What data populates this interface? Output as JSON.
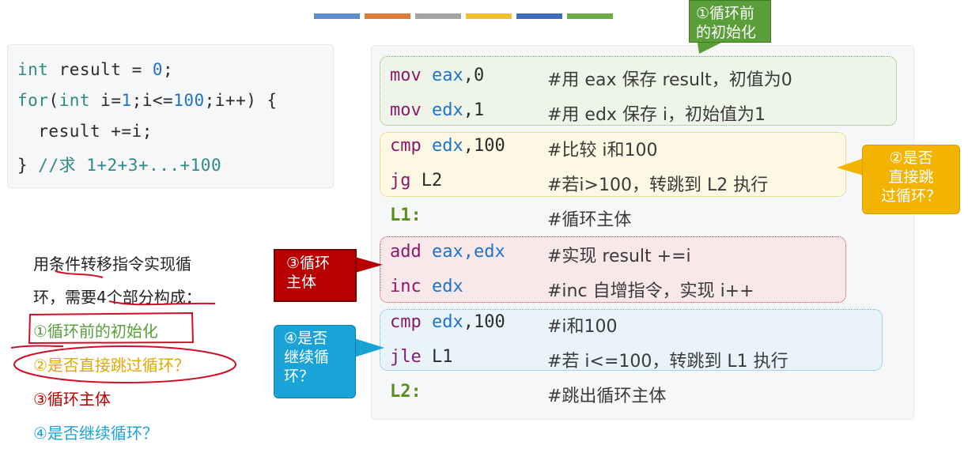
{
  "top_bar_colors": [
    "#5b8fcf",
    "#e07b3a",
    "#a5a5a5",
    "#f2c12e",
    "#3e6fbf",
    "#6aad46"
  ],
  "c_code": {
    "line1": {
      "kw": "int",
      "rest": " result = ",
      "num": "0",
      "end": ";"
    },
    "line2": {
      "kw1": "for",
      "p1": "(",
      "kw2": "int",
      "p2": " i=",
      "n1": "1",
      "p3": ";i<=",
      "n2": "100",
      "p4": ";i++) {"
    },
    "line3": "  result +=i;",
    "line4": {
      "brace": "} ",
      "comment": "//求 1+2+3+...+100"
    }
  },
  "explanation": {
    "line1": "用条件转移指令实现循",
    "line2": "环，需要4个部分构成：",
    "item1": "①循环前的初始化",
    "item2": "②是否直接跳过循环？",
    "item3": "③循环主体",
    "item4": "④是否继续循环？"
  },
  "asm": [
    {
      "op": "mov",
      "args_reg": "eax",
      "args_rest": ",0",
      "comment": "#用 eax 保存 result，初值为0"
    },
    {
      "op": "mov",
      "args_reg": "edx",
      "args_rest": ",1",
      "comment": "#用 edx 保存 i，初始值为1"
    },
    {
      "op": "cmp",
      "args_reg": "edx",
      "args_rest": ",100",
      "comment": "#比较 i和100"
    },
    {
      "op": "jg",
      "args_reg": "",
      "args_rest": " L2",
      "comment": "#若i>100，转跳到 L2 执行"
    },
    {
      "label": "L1:",
      "comment": "#循环主体"
    },
    {
      "op": "add",
      "args_reg": "eax,edx",
      "args_rest": "",
      "comment": "#实现 result +=i"
    },
    {
      "op": "inc",
      "args_reg": "edx",
      "args_rest": "",
      "comment": "#inc 自增指令，实现 i++"
    },
    {
      "op": "cmp",
      "args_reg": "edx",
      "args_rest": ",100",
      "comment": "#i和100"
    },
    {
      "op": "jle",
      "args_reg": "",
      "args_rest": " L1",
      "comment": "#若 i<=100，转跳到 L1 执行"
    },
    {
      "label": "L2:",
      "comment": "#跳出循环主体"
    }
  ],
  "callouts": {
    "init": {
      "line1": "①循环前",
      "line2": "的初始化"
    },
    "skip": {
      "line1": "②是否",
      "line2": "直接跳",
      "line3": "过循环？"
    },
    "body": {
      "line1": "③循环",
      "line2": "主体"
    },
    "continue": {
      "line1": "④是否",
      "line2": "继续循",
      "line3": "环？"
    }
  },
  "colors": {
    "green": "#5a9e3a",
    "yellow": "#f2b400",
    "red": "#b80000",
    "blue": "#1aa3d6",
    "pen": "#d0102a"
  }
}
